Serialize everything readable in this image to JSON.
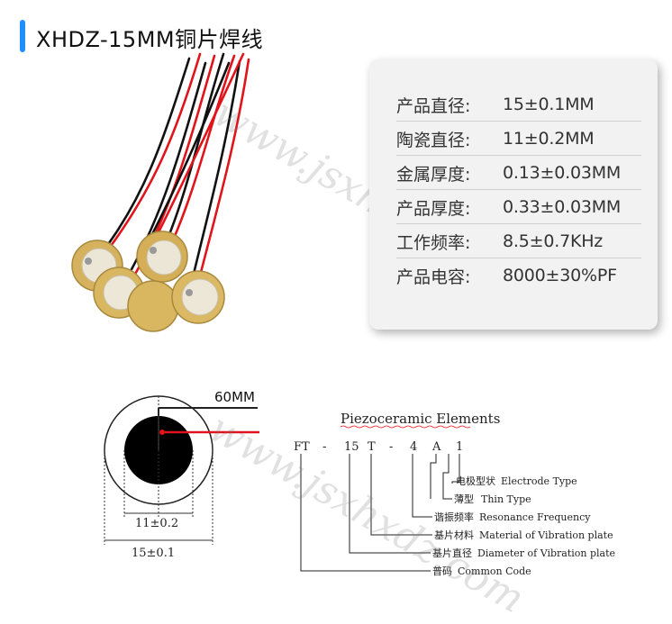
{
  "title": "XHDZ-15MM铜片焊线",
  "specs": [
    {
      "label": "产品直径:",
      "value": "15±0.1MM"
    },
    {
      "label": "陶瓷直径:",
      "value": "11±0.2MM"
    },
    {
      "label": "金属厚度:",
      "value": "0.13±0.03MM"
    },
    {
      "label": "产品厚度:",
      "value": "0.33±0.03MM"
    },
    {
      "label": "工作频率:",
      "value": "8.5±0.7KHz"
    },
    {
      "label": "产品电容:",
      "value": "8000±30%PF"
    }
  ],
  "diagram": {
    "wire_length": "60MM",
    "inner_dim": "11±0.2",
    "outer_dim": "15±0.1"
  },
  "code": {
    "heading": "Piezoceramic Elements",
    "parts": [
      "FT",
      "-",
      "15",
      "T",
      "-",
      "4",
      "A",
      "1"
    ],
    "legend": [
      {
        "cn": "电极型状",
        "en": "Electrode Type"
      },
      {
        "cn": "薄型",
        "en": "Thin Type"
      },
      {
        "cn": "谐振频率",
        "en": "Resonance Frequency"
      },
      {
        "cn": "基片材料",
        "en": "Material of Vibration plate"
      },
      {
        "cn": "基片直径",
        "en": "Diameter of Vibration plate"
      },
      {
        "cn": "普码",
        "en": "Common Code"
      }
    ]
  },
  "watermark": "www.jsxhxdz.com",
  "colors": {
    "accent": "#1f8fff",
    "wire_red": "#e0141a",
    "brass": "#d6b25e",
    "card": "#f2f2f2"
  }
}
